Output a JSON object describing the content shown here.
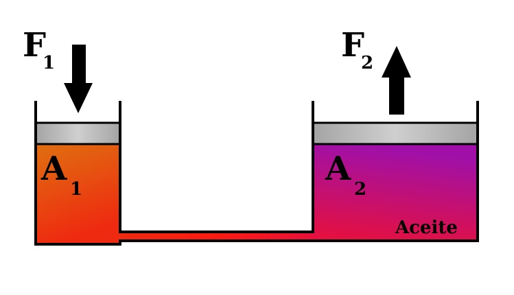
{
  "labels": {
    "force_left": "F",
    "force_left_sub": "1",
    "force_right": "F",
    "force_right_sub": "2",
    "area_left": "A",
    "area_left_sub": "1",
    "area_right": "A",
    "area_right_sub": "2",
    "fluid": "Aceite"
  },
  "colors": {
    "stroke": "#000000",
    "piston": "#a9a9a9",
    "piston_highlight": "#d0d0d0",
    "left_fluid_top": "#e07010",
    "left_fluid_bottom": "#ee2a10",
    "right_fluid_top": "#a010a8",
    "right_fluid_bottom": "#e8103a",
    "pipe_fluid": "#ee2010"
  },
  "icons": {
    "force_left": "arrow-down-icon",
    "force_right": "arrow-up-icon"
  }
}
